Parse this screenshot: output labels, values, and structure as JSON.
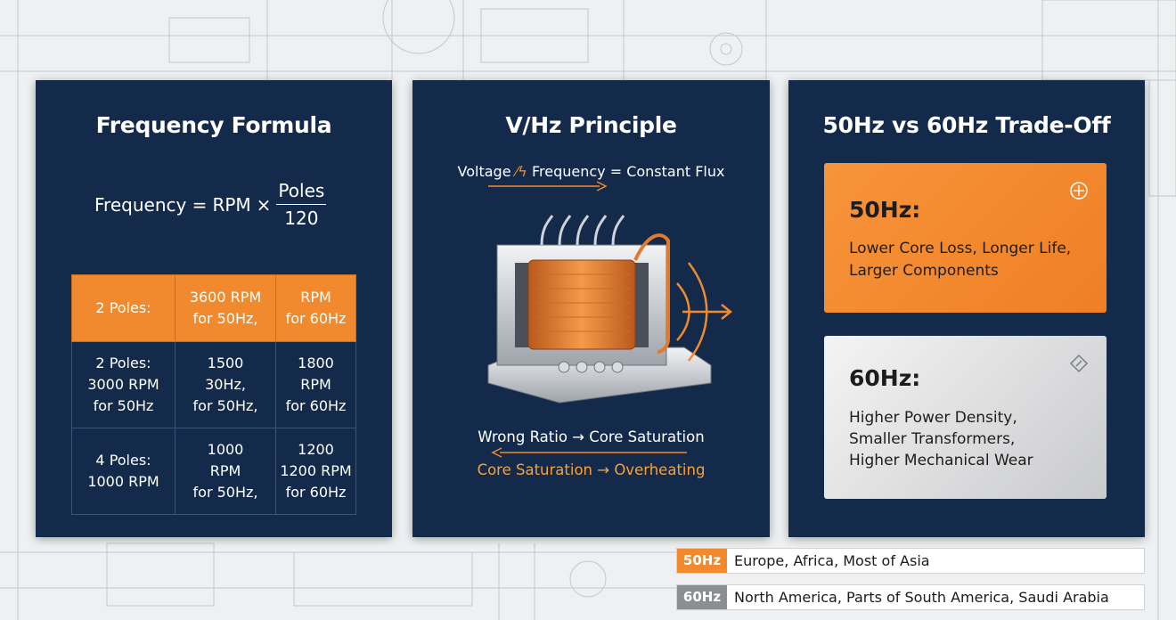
{
  "colors": {
    "panel": "#142a4a",
    "accent": "#f18a2e",
    "grey_tag": "#8c8e91"
  },
  "formula_panel": {
    "title": "Frequency Formula",
    "formula": {
      "left": "Frequency =",
      "rpm": "RPM",
      "times": "×",
      "numerator": "Poles",
      "denominator": "120"
    },
    "table": {
      "header": [
        [
          "2 Poles:"
        ],
        [
          "3600 RPM",
          "for 50Hz,"
        ],
        [
          "RPM",
          "for 60Hz"
        ]
      ],
      "rows": [
        [
          [
            "2 Poles:",
            "3000 RPM",
            "for 50Hz"
          ],
          [
            "1500",
            "30Hz,",
            "for 50Hz,"
          ],
          [
            "1800",
            "RPM",
            "for 60Hz"
          ]
        ],
        [
          [
            "4 Poles:",
            "1000 RPM"
          ],
          [
            "1000",
            "RPM",
            "for 50Hz,"
          ],
          [
            "1200",
            "1200 RPM",
            "for 60Hz"
          ]
        ]
      ]
    }
  },
  "vhz_panel": {
    "title": "V/Hz Principle",
    "equation": {
      "voltage": "Voltage",
      "divider_icon": "slash-lightning-icon",
      "frequency": "Frequency",
      "result": "= Constant Flux"
    },
    "illustration_icon": "transformer-icon",
    "line1": "Wrong Ratio → Core Saturation",
    "line2": "Core Saturation → Overheating"
  },
  "tradeoff_panel": {
    "title": "50Hz vs 60Hz Trade-Off",
    "card_50": {
      "title": "50Hz:",
      "lines": [
        "Lower Core Loss, Longer Life,",
        "Larger Components"
      ],
      "icon": "crosshair-icon"
    },
    "card_60": {
      "title": "60Hz:",
      "lines": [
        "Higher Power Density,",
        "Smaller Transformers,",
        "Higher Mechanical Wear"
      ],
      "icon": "diamond-arrows-icon"
    }
  },
  "legend": [
    {
      "tag": "50Hz",
      "text": "Europe, Africa, Most of Asia"
    },
    {
      "tag": "60Hz",
      "text": "North America, Parts of South America, Saudi Arabia"
    }
  ]
}
